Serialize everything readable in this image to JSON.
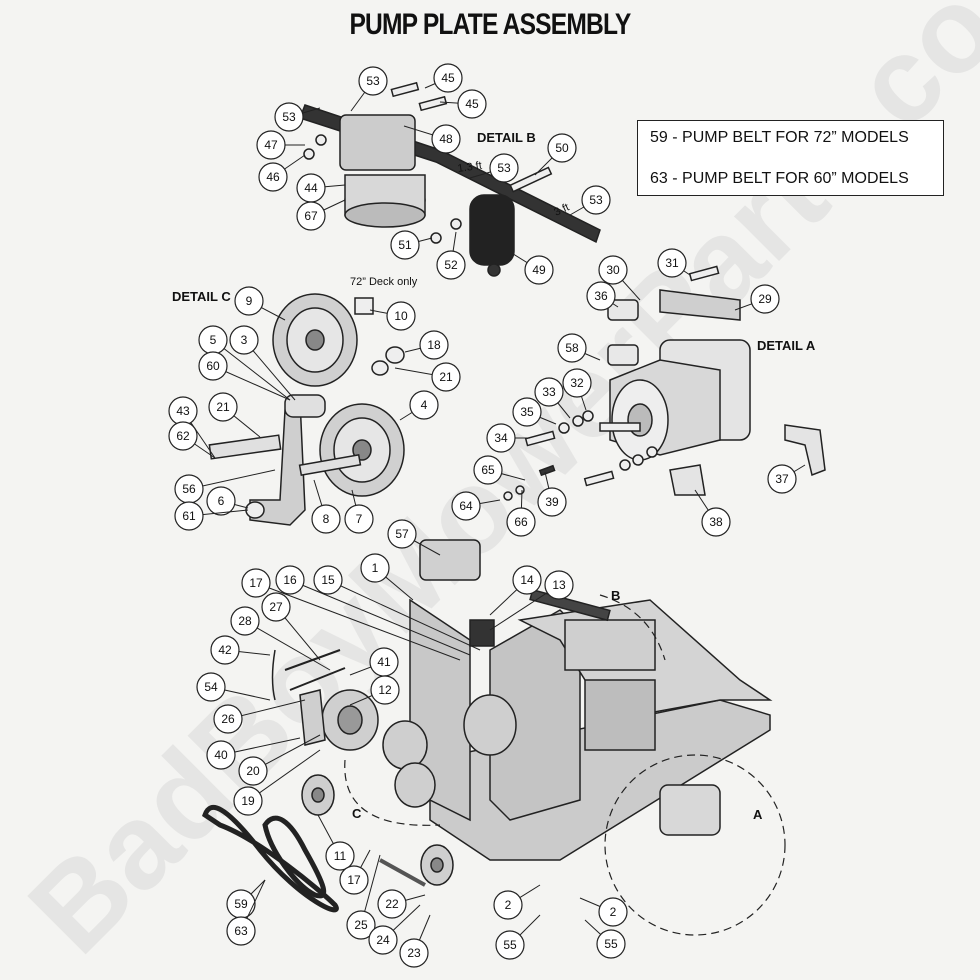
{
  "title": "PUMP PLATE ASSEMBLY",
  "notes": [
    "59 - PUMP BELT FOR 72” MODELS",
    "63 - PUMP BELT FOR 60” MODELS"
  ],
  "detail_labels": {
    "detail_a": "DETAIL A",
    "detail_b": "DETAIL B",
    "detail_c": "DETAIL C"
  },
  "annotations": {
    "deck_only": "72” Deck only",
    "length_short": "1.3 ft",
    "length_long": "3 ft"
  },
  "view_letters": {
    "a": "A",
    "b": "B",
    "c": "C"
  },
  "watermark": "BadBoyMowerParts.com",
  "callouts": [
    "53",
    "45",
    "53",
    "45",
    "48",
    "47",
    "46",
    "44",
    "67",
    "50",
    "53",
    "53",
    "51",
    "52",
    "49",
    "30",
    "31",
    "29",
    "36",
    "58",
    "32",
    "33",
    "35",
    "34",
    "65",
    "64",
    "66",
    "39",
    "38",
    "37",
    "9",
    "10",
    "5",
    "3",
    "60",
    "18",
    "21",
    "43",
    "62",
    "21",
    "4",
    "56",
    "6",
    "61",
    "8",
    "7",
    "57",
    "1",
    "17",
    "16",
    "15",
    "14",
    "13",
    "28",
    "27",
    "42",
    "41",
    "54",
    "12",
    "26",
    "40",
    "20",
    "19",
    "11",
    "17",
    "59",
    "63",
    "25",
    "22",
    "24",
    "23",
    "2",
    "55",
    "2",
    "55"
  ]
}
